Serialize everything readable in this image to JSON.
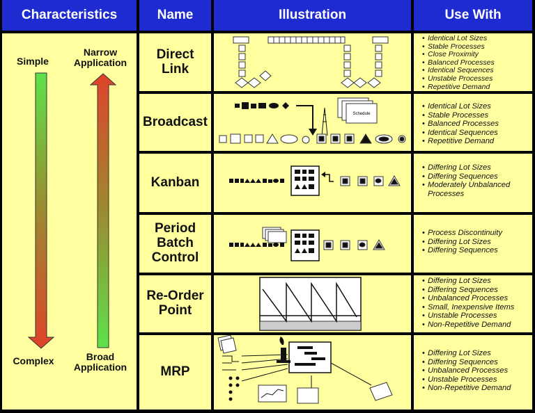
{
  "headers": {
    "characteristics": "Characteristics",
    "name": "Name",
    "illustration": "Illustration",
    "use_with": "Use With"
  },
  "characteristics": {
    "simple": "Simple",
    "complex": "Complex",
    "narrow": "Narrow Application",
    "broad": "Broad Application",
    "simple_arrow_color": "#5de24a",
    "complex_arrow_color": "#e0422a"
  },
  "rows": [
    {
      "name": "Direct Link",
      "uses": [
        "Identical Lot Sizes",
        "Stable Processes",
        "Close Proximity",
        "Balanced Processes",
        "Identical Sequences",
        "Unstable Processes",
        "Repetitive Demand"
      ]
    },
    {
      "name": "Broadcast",
      "uses": [
        "Identical Lot Sizes",
        "Stable Processes",
        "Balanced Processes",
        "Identical Sequences",
        "Repetitive Demand"
      ]
    },
    {
      "name": "Kanban",
      "uses": [
        "Differing Lot Sizes",
        "Differing Sequences",
        "Moderately Unbalanced Processes"
      ]
    },
    {
      "name": "Period Batch Control",
      "uses": [
        "Process Discontinuity",
        "Differing Lot Sizes",
        "Differing Sequences"
      ]
    },
    {
      "name": "Re-Order Point",
      "uses": [
        "Differing Lot Sizes",
        "Differing Sequences",
        "Unbalanced Processes",
        "Small, Inexpensive Items",
        "Unstable Processes",
        "Non-Repetitive Demand"
      ]
    },
    {
      "name": "MRP",
      "uses": [
        "Differing Lot Sizes",
        "Differing Sequences",
        "Unbalanced Processes",
        "Unstable Processes",
        "Non-Repetitive Demand"
      ]
    }
  ],
  "illustration_labels": {
    "schedule": "Schedule"
  },
  "colors": {
    "header_bg": "#1e2bd0",
    "cell_bg": "#ffffa0"
  }
}
